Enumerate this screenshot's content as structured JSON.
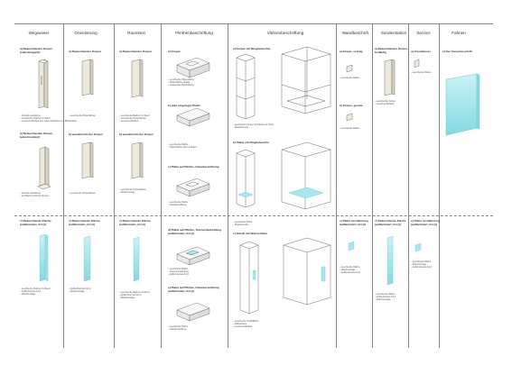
{
  "columns": [
    {
      "id": "wegweiser",
      "label": "Wegweiser"
    },
    {
      "id": "orientierung",
      "label": "Orientierung"
    },
    {
      "id": "raumtext",
      "label": "Raumtext"
    },
    {
      "id": "plinthen",
      "label": "Plinthenbeschriftung"
    },
    {
      "id": "vitrinen",
      "label": "Vitrinenbeschriftung"
    },
    {
      "id": "wand",
      "label": "Wandbeschrift."
    },
    {
      "id": "sonder",
      "label": "Sonderstation"
    },
    {
      "id": "service",
      "label": "Service"
    },
    {
      "id": "fahnen",
      "label": "Fahnen"
    }
  ],
  "labels": {
    "weg_a": "a) Beleuchtender Körper\n(selbsttragend)",
    "weg_b": "b) Beleuchtender Körper\n(wandmontiert)",
    "weg_c": "c) Beleuchtende Fläche\n(auflaminiert, Acryl)",
    "ori_a": "a) Beleuchtender Körper",
    "ori_b": "b) wandmontierter Körper",
    "ori_c": "c) Beleuchtende Fläche\n(auflaminiert, Acryl)",
    "rau_a": "a) Beleuchtender Körper",
    "rau_b": "b) wandmontierter Körper",
    "rau_c": "c) Beleuchtende Fläche\n(auflaminiert, Acryl)",
    "pli_a": "a) Körper",
    "pli_b": "b) plan eingelegte Platte",
    "pli_c": "c) Platte auf Plinthe, Glasüberwölbung",
    "pli_d": "d) Platte auf Plinthe, Sonnendeckeldung\n(auflaminiert, Acryl)",
    "pli_e": "e) Platte auf Plinthe, Glasüberwölbung\n(auflaminiert, Acryl)",
    "vit_a": "a) Körper mit Ringbeleuchte",
    "vit_b": "b) Platte mit Ringbeleuchte",
    "vit_c": "c) Schaft mit Wdrischtebe",
    "wan_a": "a) Körper, schräg",
    "wan_b": "b) Körper, gerade",
    "wan_c": "c) Platte im Halterung\n(auflaminiert, Acryl)",
    "son_a": "a) Beleuchtender Körper,\nfreiläufig",
    "son_c": "c) Beleuchtende Fläche\n(auflaminiert, Acryl)",
    "ser_a": "a) Visualisierer",
    "ser_c": "c) Platte im Halterung\n(auflaminiert, Acryl)",
    "fah_a": "a) Der Visual beschrift"
  },
  "notes": {
    "weg_a": [
      "formelle Gestaltung",
      "Leuchtende Flächen im Raum",
      "Lesefreundlichkeit aus vielen Abständen und Blickwinkeln"
    ],
    "weg_b": [
      "formelle Gestaltung",
      "auf Wand montierte Variante"
    ],
    "weg_c": [
      "Leuchtende Flächen im Raum",
      "Auflaminiertes Acryl",
      "Wandmontage"
    ],
    "ori_a": [
      "Leuchtende Körperflächen"
    ],
    "ori_b": [
      "Leuchtende Körperflächen"
    ],
    "ori_c": [
      "Auflaminiert auf Acryl",
      "Wandmontage"
    ],
    "rau_a": [
      "Leuchtende Flächen im Raum",
      "Leuchtende Körperflächen",
      "Lesefreundlichkeit"
    ],
    "rau_b": [
      "Leuchtende Körperflächen",
      "Wandmontage"
    ],
    "rau_c": [
      "Leuchtende Flächen im Raum",
      "Auflaminiert auf Acryl",
      "Wandmontage"
    ],
    "pli_a": [
      "Leuchtende Plattenfläche",
      "Plattenfläche parallel",
      "Aufgesetzte Beschriftung"
    ],
    "pli_b": [
      "Leuchtende Fläche",
      "Plattenfläche plan im Boden"
    ],
    "pli_c": [
      "Leuchtende Fläche",
      "Glasüberwölbung"
    ],
    "pli_d": [
      "Leuchtende Fläche",
      "Sonnendeckeldung",
      "Auflaminiertes Acryl"
    ],
    "pli_e": [
      "Leuchtende Fläche",
      "Glasüberwölbung"
    ],
    "vit_a": [
      "Leuchtende Körper mit Fläche auf Vitrine",
      "Ringbeleuchte"
    ],
    "vit_b": [
      "Leuchtende Platte",
      "Ringbeleuchte"
    ],
    "vit_c": [
      "Leuchtende Schaftfläche",
      "Wdrischtebe",
      "Lesefreundlichkeit"
    ],
    "wan_a": [
      "Leuchtende Fläche"
    ],
    "wan_b": [
      "Leuchtende Fläche"
    ],
    "wan_c": [
      "Leuchtende Fläche",
      "Wandmontage",
      "Auflaminiertes Acryl"
    ],
    "son_a": [
      "Leuchtender Körper",
      "Lesefreundlichkeit"
    ],
    "son_c": [
      "Leuchtende Fläche",
      "Auflaminiertes Acryl",
      "Wandmontage"
    ],
    "ser_a": [
      "Leuchtende Fläche"
    ],
    "ser_c": [
      "Leuchtende Fläche",
      "Wandmontage",
      "Auflaminiertes Acryl"
    ]
  },
  "colors": {
    "line": "#888888",
    "panel": "#eeeadb",
    "glow": "#a9e7ee",
    "glow_edge": "#6fc7d2",
    "outline": "#555555"
  }
}
